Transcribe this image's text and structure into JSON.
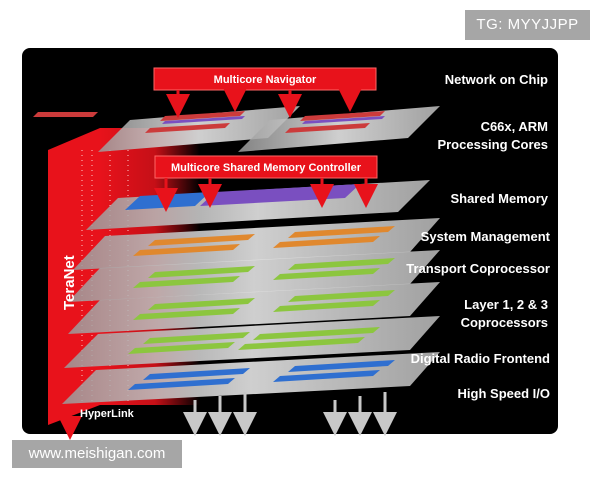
{
  "watermarks": {
    "top": "TG: MYYJJPP",
    "bottom": "www.meishigan.com"
  },
  "boxes": {
    "navigator": "Multicore Navigator",
    "shared_memory_controller": "Multicore Shared Memory Controller"
  },
  "side_labels": {
    "teranet": "TeraNet",
    "hyperlink": "HyperLink"
  },
  "layers": [
    {
      "id": "network-on-chip",
      "lines": [
        "Network on Chip"
      ],
      "stripe_color": ""
    },
    {
      "id": "c66x-arm",
      "lines": [
        "C66x, ARM",
        "Processing Cores"
      ],
      "stripe_color": "#cc3b3b"
    },
    {
      "id": "shared-memory",
      "lines": [
        "Shared Memory"
      ],
      "stripe_color": "#7a4fc0"
    },
    {
      "id": "system-management",
      "lines": [
        "System Management"
      ],
      "stripe_color": "#e0882e"
    },
    {
      "id": "transport-coprocessor",
      "lines": [
        "Transport Coprocessor"
      ],
      "stripe_color": "#8cc63f"
    },
    {
      "id": "layer-123",
      "lines": [
        "Layer 1, 2 & 3",
        "Coprocessors"
      ],
      "stripe_color": "#8cc63f"
    },
    {
      "id": "digital-radio-frontend",
      "lines": [
        "Digital Radio Frontend"
      ],
      "stripe_color": "#8cc63f"
    },
    {
      "id": "high-speed-io",
      "lines": [
        "High Speed I/O"
      ],
      "stripe_color": "#2f6fd0"
    }
  ],
  "colors": {
    "background": "#000000",
    "accent_red": "#e8121b",
    "plate": "#d9d9d9",
    "label": "#ffffff",
    "io_arrow": "#c8c8c8"
  }
}
